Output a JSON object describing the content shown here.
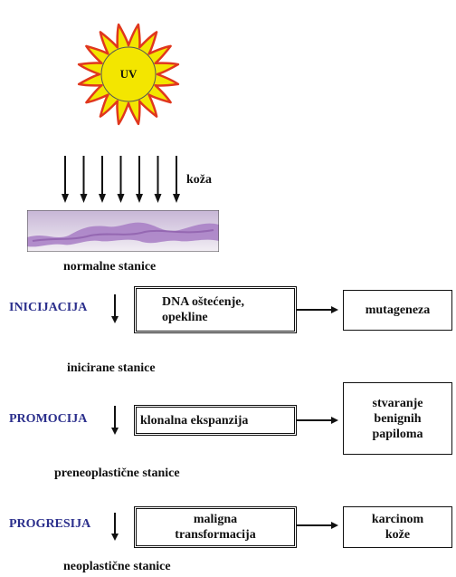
{
  "sun": {
    "label": "UV"
  },
  "skin": {
    "label": "koža"
  },
  "tissue": {
    "caption": "normalne stanice"
  },
  "stages": [
    {
      "name": "INICIJACIJA",
      "process": [
        "DNA oštećenje,",
        "opekline"
      ],
      "outcome": [
        "mutageneza"
      ],
      "result": "inicirane stanice"
    },
    {
      "name": "PROMOCIJA",
      "process": [
        "klonalna ekspanzija"
      ],
      "outcome": [
        "stvaranje",
        "benignih",
        "papiloma"
      ],
      "result": "preneoplastične stanice"
    },
    {
      "name": "PROGRESIJA",
      "process": [
        "maligna",
        "transformacija"
      ],
      "outcome": [
        "karcinom",
        "kože"
      ],
      "result": "neoplastične stanice"
    }
  ],
  "colors": {
    "sun_rays": "#e0371e",
    "sun_core": "#f3e600",
    "stage_label": "#2b2f8c",
    "tissue": "#a77cc4"
  }
}
